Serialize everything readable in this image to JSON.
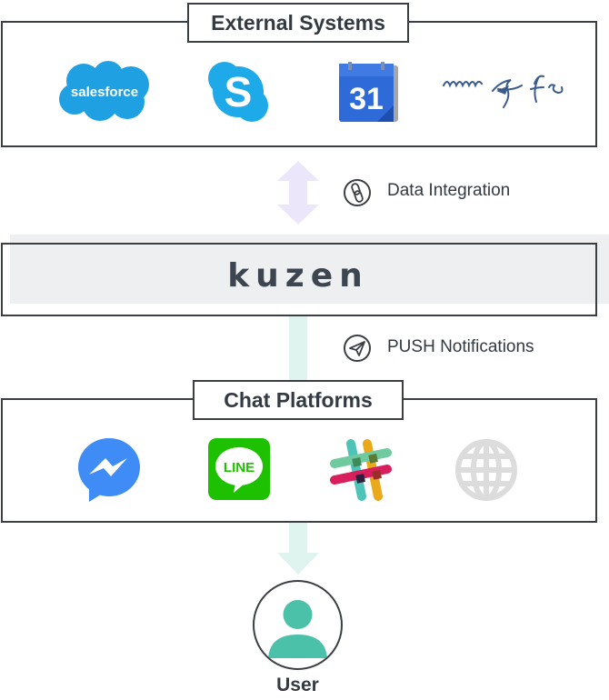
{
  "external_systems": {
    "title": "External Systems",
    "logos": [
      "salesforce",
      "skype",
      "google-calendar",
      "signature-bird"
    ],
    "salesforce_text": "salesforce",
    "calendar_day": "31"
  },
  "kuzen": {
    "logo_text": "kuzen"
  },
  "connections": {
    "data_integration": "Data Integration",
    "push_notifications": "PUSH Notifications"
  },
  "chat_platforms": {
    "title": "Chat Platforms",
    "logos": [
      "messenger",
      "line",
      "slack",
      "web"
    ],
    "line_text": "LINE"
  },
  "user": {
    "label": "User"
  },
  "colors": {
    "border": "#3b3f44",
    "kuzen_band": "#eeeff0",
    "arrow_purple": "#ece6fa",
    "arrow_teal": "#dff3ef",
    "user_teal": "#4cc1aa",
    "salesforce": "#1fa0e2",
    "skype": "#1eaae8",
    "messenger": "#3f8cf7",
    "line": "#1ec100"
  }
}
